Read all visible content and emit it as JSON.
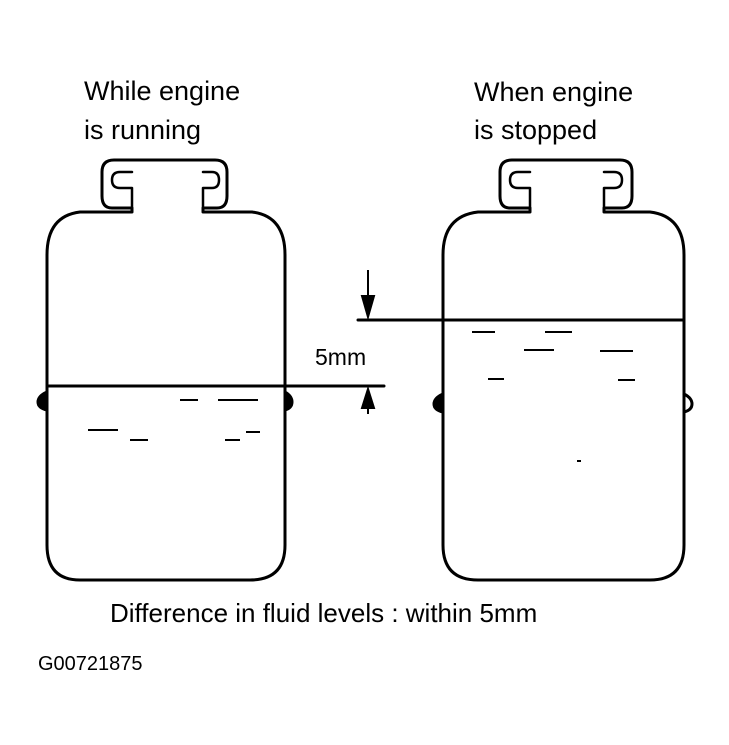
{
  "labels": {
    "left_title_line1": "While engine",
    "left_title_line2": "is running",
    "right_title_line1": "When engine",
    "right_title_line2": "is stopped",
    "dimension": "5mm",
    "caption": "Difference in fluid levels : within 5mm",
    "figure_code": "G00721875"
  }
}
